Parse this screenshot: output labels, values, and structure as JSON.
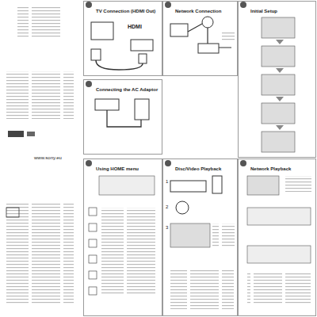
{
  "diagram": {
    "nodes": [
      {
        "text": [
          "TV Connection (HDMI Out)"
        ]
      },
      {
        "text": [
          "Network Connection"
        ]
      },
      {
        "text": [
          "Initial Setup"
        ]
      },
      {
        "text": [
          "Connecting the AC Adaptor"
        ]
      },
      {
        "text": [
          "Using HOME menu"
        ]
      },
      {
        "text": [
          "Disc/Video Playback"
        ]
      },
      {
        "text": [
          "Network Playback"
        ]
      }
    ],
    "labels": [
      "HDMI",
      "www.sony.eu",
      "1",
      "2",
      "3"
    ]
  }
}
